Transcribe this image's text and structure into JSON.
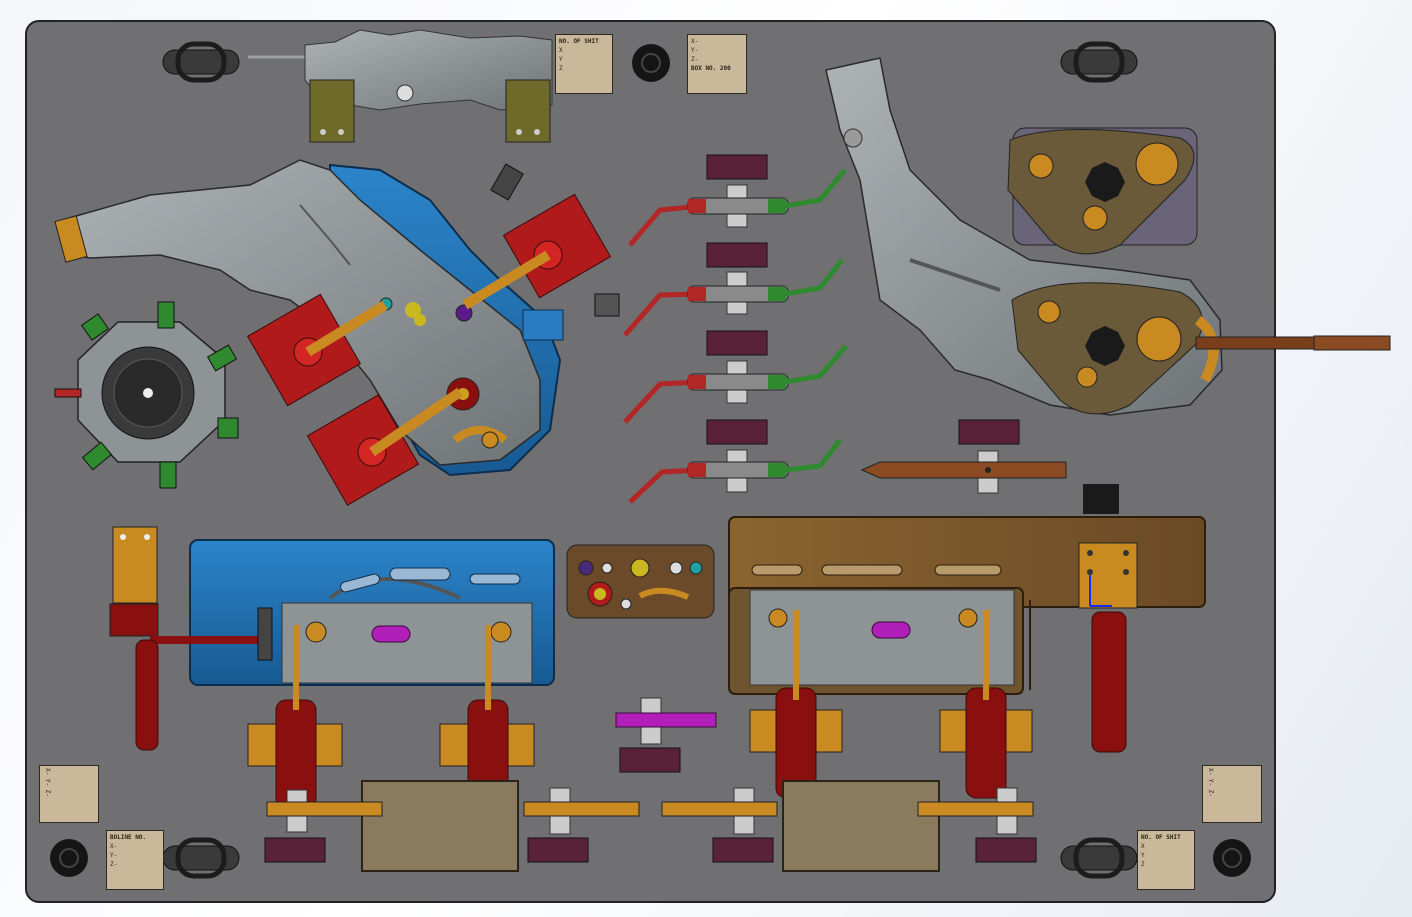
{
  "window": {
    "background_gradient": [
      "#f4f6fa",
      "#e6ebf2"
    ]
  },
  "plate": {
    "color": "#707072",
    "edge_color": "#222222"
  },
  "colors": {
    "blue_fixture": "#1f6fb4",
    "bronze_fixture": "#7a5a30",
    "clamp_red": "#b11a1a",
    "bracket_orange": "#c98a22",
    "pin_green": "#2f8a2f",
    "pin_red": "#b32626",
    "pin_magenta": "#b020b8",
    "tag_purple": "#5a2236",
    "sheet_metal": "#8e9396",
    "mounting_plate_tan": "#8a7a5e"
  },
  "plaques": {
    "top_center": {
      "title": "NO. OF SHIT",
      "rows": [
        "X",
        "Y",
        "Z"
      ]
    },
    "top_right": {
      "rows": [
        "X-",
        "Y-",
        "Z-"
      ],
      "footer": "BOX NO. 200"
    },
    "bottom_left_a": {
      "text": "X- Y- Z-"
    },
    "bottom_left_b": {
      "title": "BOLINE NO.",
      "rows": [
        "X-",
        "Y-",
        "Z-"
      ]
    },
    "bottom_right_a": {
      "text": "X- Y- Z-"
    },
    "bottom_right_b": {
      "title": "NO. OF SHIT",
      "rows": [
        "X",
        "Y",
        "Z"
      ]
    }
  },
  "components": [
    "lifting-handle",
    "locating-pin",
    "toggle-clamp",
    "rest-pad",
    "mounting-block",
    "sheet-metal-part",
    "slide-pin"
  ]
}
